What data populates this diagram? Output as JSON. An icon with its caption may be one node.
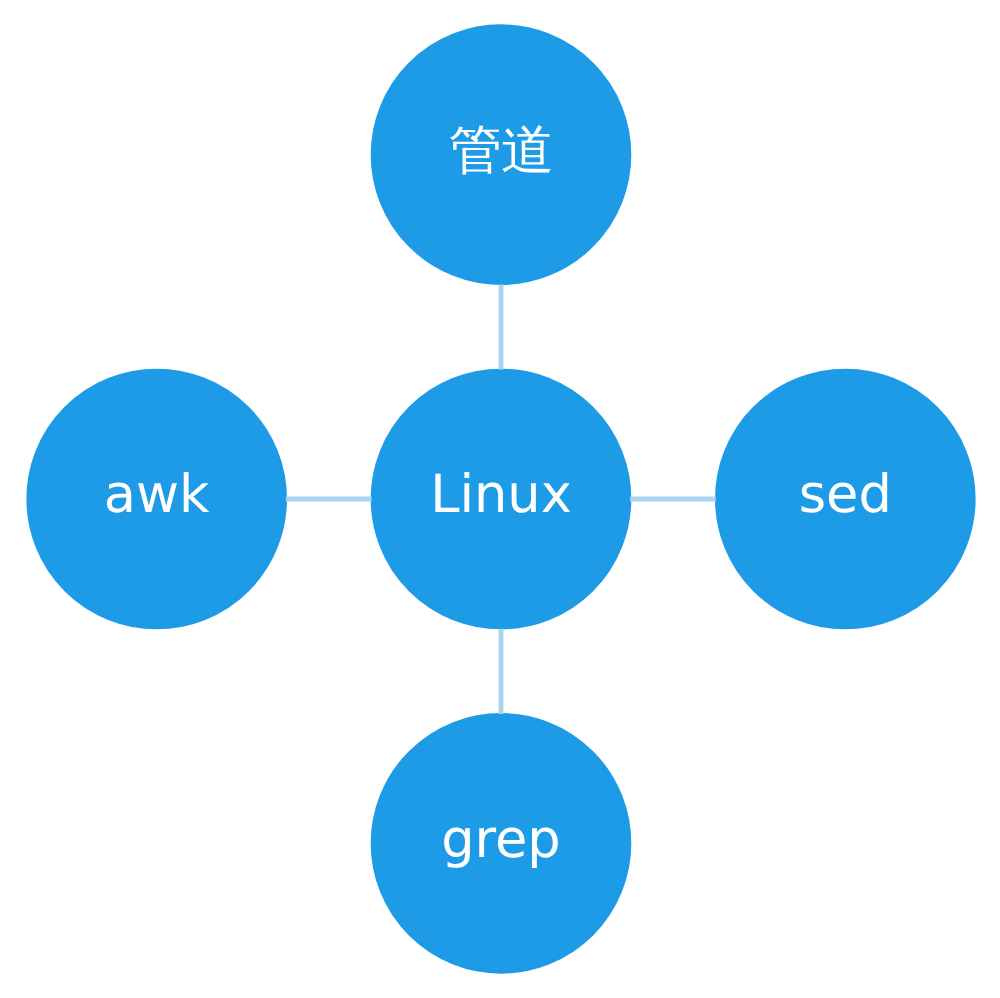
{
  "diagram": {
    "nodes": [
      {
        "text": [
          "管道"
        ]
      },
      {
        "text": [
          "awk"
        ]
      },
      {
        "text": [
          "Linux"
        ]
      },
      {
        "text": [
          "sed"
        ]
      },
      {
        "text": [
          "grep"
        ]
      }
    ],
    "edges": [
      {
        "from": 0,
        "to": 2,
        "arrow": "none"
      },
      {
        "from": 1,
        "to": 2,
        "arrow": "none"
      },
      {
        "from": 2,
        "to": 3,
        "arrow": "none"
      },
      {
        "from": 2,
        "to": 4,
        "arrow": "none"
      }
    ]
  }
}
